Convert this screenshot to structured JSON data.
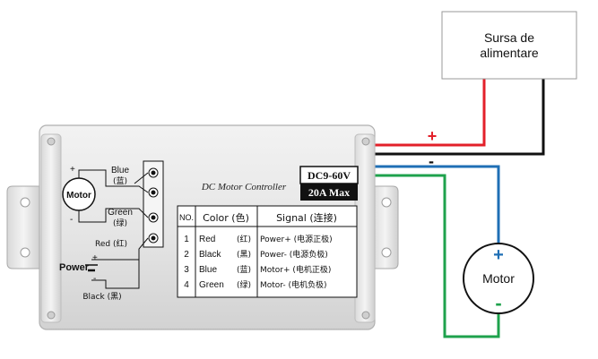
{
  "power_supply": {
    "label_line1": "Sursa de",
    "label_line2": "alimentare"
  },
  "external_motor": {
    "label": "Motor",
    "plus": "+",
    "minus": "-"
  },
  "wire_signs": {
    "plus": "+",
    "minus": "-"
  },
  "controller": {
    "title": "DC Motor Controller",
    "voltage": "DC9-60V",
    "current": "20A Max",
    "table": {
      "headers": [
        "NO.",
        "Color (色)",
        "Signal (连接)"
      ],
      "rows": [
        {
          "no": "1",
          "color": "Red",
          "color_cn": "(红)",
          "signal": "Power+ (电源正极)"
        },
        {
          "no": "2",
          "color": "Black",
          "color_cn": "(黑)",
          "signal": "Power- (电源负极)"
        },
        {
          "no": "3",
          "color": "Blue",
          "color_cn": "(蓝)",
          "signal": "Motor+ (电机正极)"
        },
        {
          "no": "4",
          "color": "Green",
          "color_cn": "(绿)",
          "signal": "Motor- (电机负极)"
        }
      ]
    },
    "schematic": {
      "motor_label": "Motor",
      "plus": "+",
      "minus": "-",
      "blue": "Blue",
      "blue_cn": "(蓝)",
      "green": "Green",
      "green_cn": "(绿)",
      "red": "Red (红)",
      "power": "Power",
      "black": "Black (黑)"
    }
  },
  "colors": {
    "red_wire": "#e3202a",
    "black_wire": "#111111",
    "blue_wire": "#1f6fb5",
    "green_wire": "#1ea24c",
    "case": "#e4e4e4"
  }
}
